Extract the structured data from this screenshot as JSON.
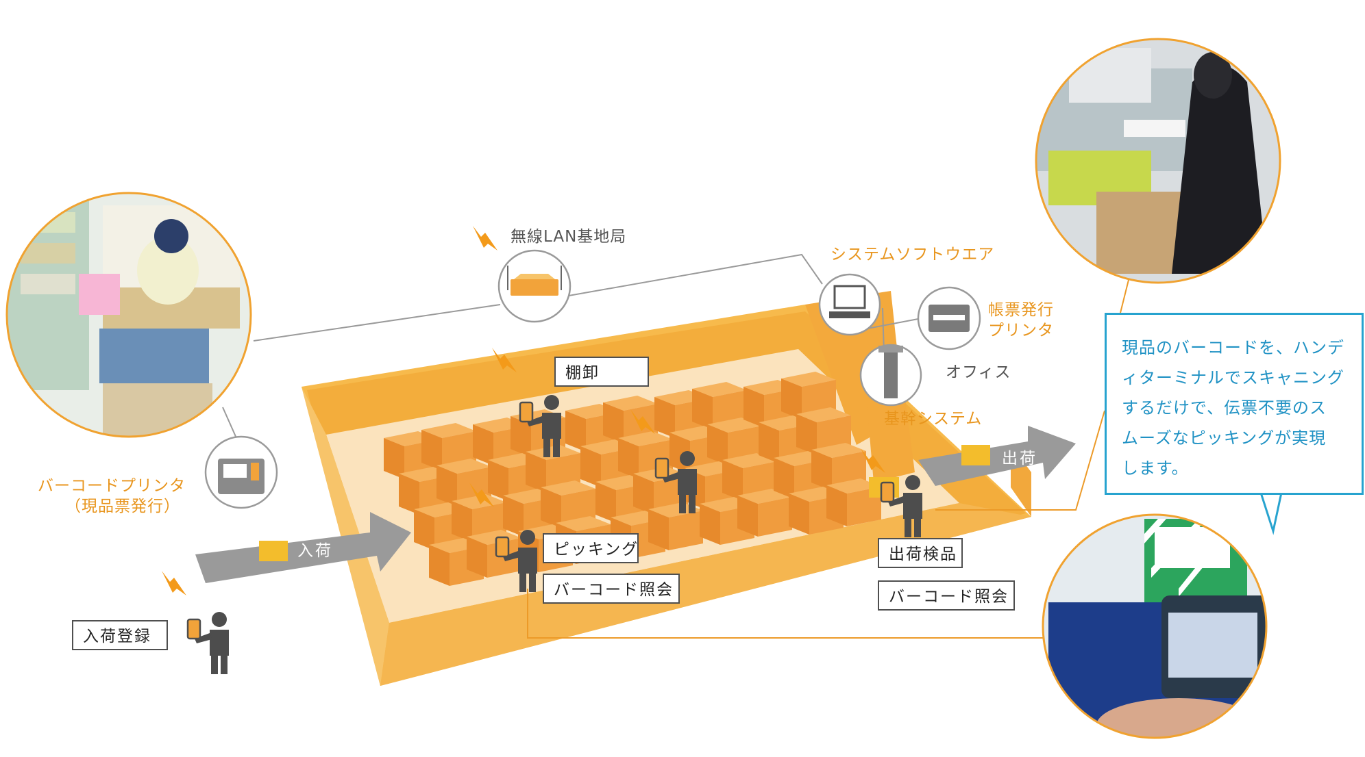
{
  "labels": {
    "wireless_lan": "無線LAN基地局",
    "system_software": "システムソフトウエア",
    "form_printer_line1": "帳票発行",
    "form_printer_line2": "プリンタ",
    "office": "オフィス",
    "core_system": "基幹システム",
    "barcode_printer_line1": "バーコードプリンタ",
    "barcode_printer_line2": "（現品票発行）",
    "inbound_arrow": "入荷",
    "outbound_arrow": "出荷",
    "inventory": "棚卸",
    "picking": "ピッキング",
    "barcode_lookup_1": "バーコード照会",
    "shipping_inspection": "出荷検品",
    "barcode_lookup_2": "バーコード照会",
    "receiving_registration": "入荷登録"
  },
  "callout": {
    "lines": [
      "現品のバーコードを、ハンデ",
      "ィターミナルでスキャニング",
      "するだけで、伝票不要のス",
      "ムーズなピッキングが実現",
      "します。"
    ]
  },
  "colors": {
    "orange": "#f0a830",
    "orange_light": "#f8c866",
    "floor": "#fbe3bd",
    "box": "#ef9a3a",
    "gray_arrow": "#9a9a9a",
    "person": "#4d4d4d",
    "callout_blue": "#27a3cf"
  }
}
